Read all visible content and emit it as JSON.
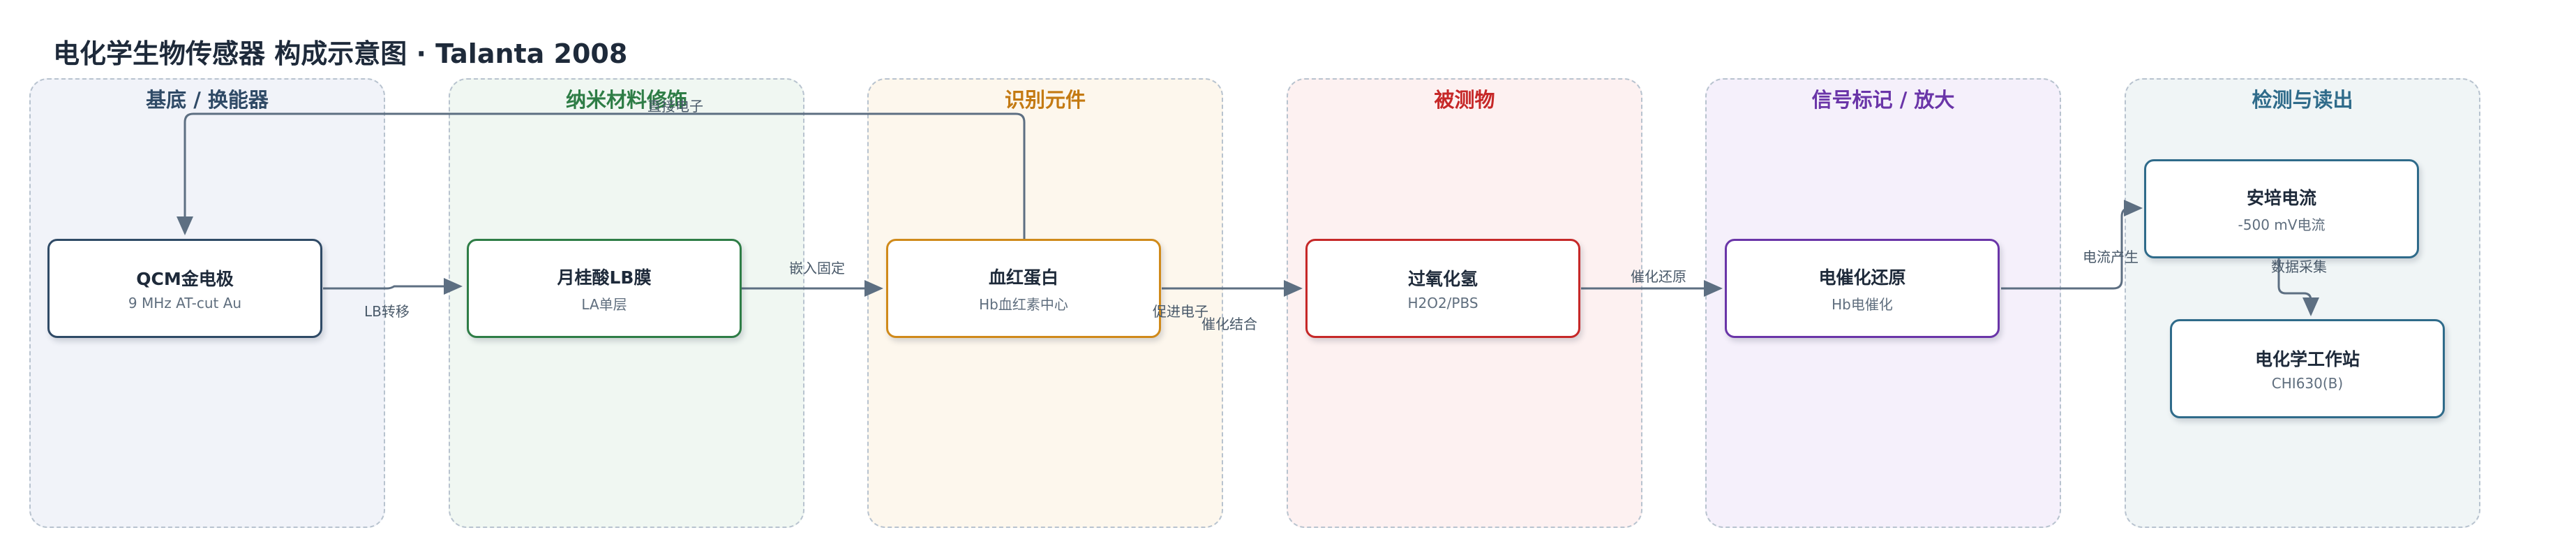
{
  "diagram": {
    "title": "电化学生物传感器 构成示意图 · Talanta 2008",
    "colors": {
      "edge": "#5d6f82",
      "default_border": "#2f4a66"
    },
    "columns": [
      {
        "id": "substrate",
        "title": "基底 / 换能器",
        "title_color": "#2f4a66",
        "bg": "#f1f3f9"
      },
      {
        "id": "nano",
        "title": "纳米材料修饰",
        "title_color": "#2e7d46",
        "bg": "#f0f7f2"
      },
      {
        "id": "recog",
        "title": "识别元件",
        "title_color": "#c47a12",
        "bg": "#fdf7ed"
      },
      {
        "id": "analyte",
        "title": "被测物",
        "title_color": "#c62828",
        "bg": "#fdf1f1"
      },
      {
        "id": "signal",
        "title": "信号标记 / 放大",
        "title_color": "#6a35a8",
        "bg": "#f5f0fb"
      },
      {
        "id": "detect",
        "title": "检测与读出",
        "title_color": "#2f6b8a",
        "bg": "#f0f5f6"
      }
    ],
    "nodes": [
      {
        "id": "qcm",
        "title": "QCM金电极",
        "subtitle": "9 MHz AT-cut Au",
        "border": "#2f4a66"
      },
      {
        "id": "lb",
        "title": "月桂酸LB膜",
        "subtitle": "LA单层",
        "border": "#2e7d46"
      },
      {
        "id": "hb",
        "title": "血红蛋白",
        "subtitle": "Hb血红素中心",
        "border": "#d08a1a"
      },
      {
        "id": "h2o2",
        "title": "过氧化氢",
        "subtitle": "H2O2/PBS",
        "border": "#c62828"
      },
      {
        "id": "cat",
        "title": "电催化还原",
        "subtitle": "Hb电催化",
        "border": "#6a35a8"
      },
      {
        "id": "amp",
        "title": "安培电流",
        "subtitle": "-500 mV电流",
        "border": "#2f6b8a"
      },
      {
        "id": "chi",
        "title": "电化学工作站",
        "subtitle": "CHI630(B)",
        "border": "#2f6b8a"
      }
    ],
    "edge_labels": {
      "lb_transfer": "LB转移",
      "embed": "嵌入固定",
      "direct_electron": "直接电子",
      "promote_electron": "促进电子",
      "catalytic_binding": "催化结合",
      "catalytic_reduction": "催化还原",
      "current_generation": "电流产生",
      "data_acquisition": "数据采集"
    }
  }
}
